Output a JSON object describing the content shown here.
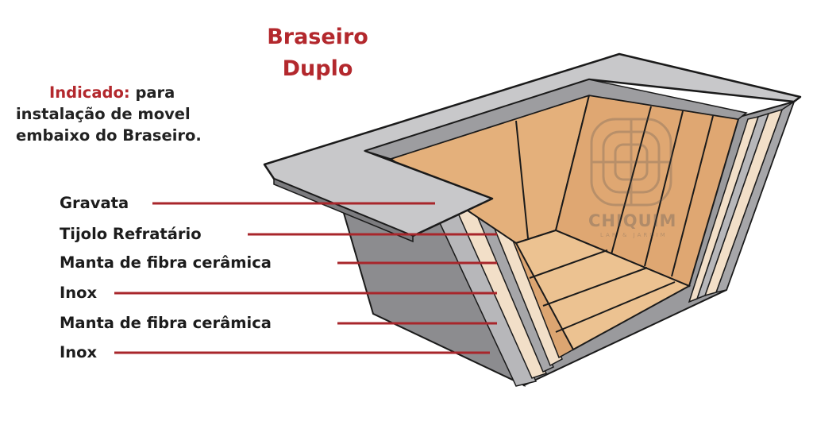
{
  "title": {
    "line1": "Braseiro",
    "line2": "Duplo"
  },
  "intro": {
    "highlight": "Indicado:",
    "rest_line1": " para",
    "line2": "instalação de movel",
    "line3": "embaixo do Braseiro."
  },
  "labels": [
    "Gravata",
    "Tijolo Refratário",
    "Manta de fibra cerâmica",
    "Inox",
    "Manta de fibra cerâmica",
    "Inox"
  ],
  "watermark": {
    "text": "CHIQUIM",
    "sub": "LAR & JARDIM"
  },
  "colors": {
    "title_red": "#b3282d",
    "leader_line": "#a8262b",
    "steel_light": "#c9c9cb",
    "steel_dark": "#8a8a8d",
    "brick": "#e2b07c",
    "brick_dark": "#cf9a66",
    "fiber": "#f3e1cc"
  }
}
